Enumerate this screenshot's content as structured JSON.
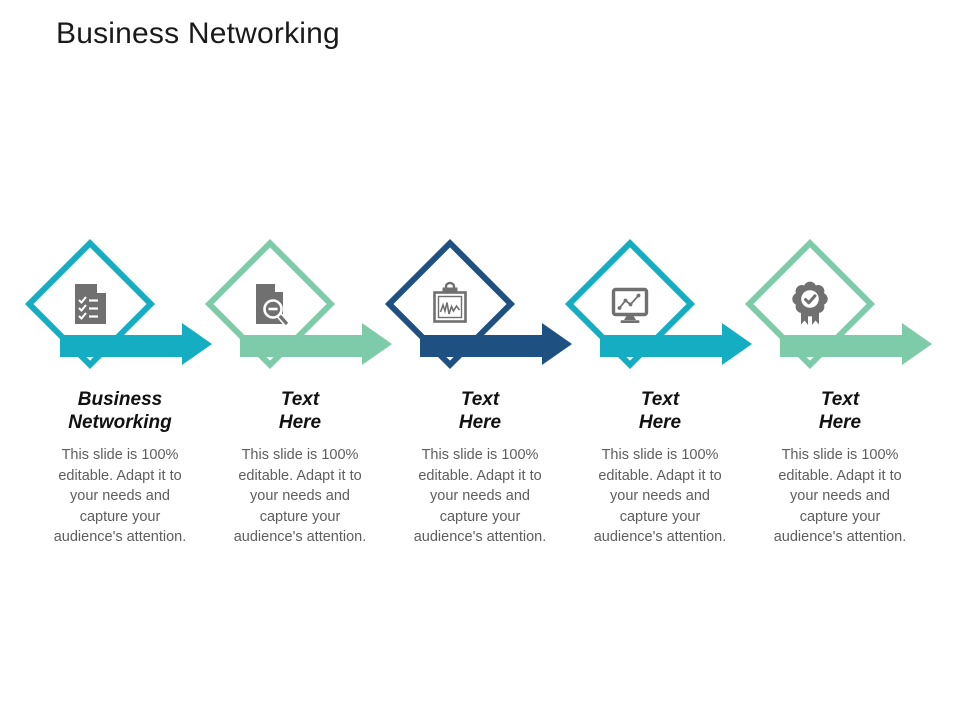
{
  "slide": {
    "title": "Business Networking",
    "background": "#ffffff"
  },
  "colors": {
    "teal": "#15ADC2",
    "seafoam": "#7ECBAA",
    "navy": "#1F5082",
    "icon_gray": "#707070",
    "heading_text": "#111111",
    "body_text": "#5D5D5D",
    "title_text": "#1A1A1A"
  },
  "steps": [
    {
      "id": "step-1",
      "accent": "#15ADC2",
      "icon": "checklist-document-icon",
      "heading": {
        "line1": "Business",
        "line2": "Networking"
      },
      "description": {
        "line1": "This slide is 100%",
        "line2": "editable. Adapt it to",
        "line3": "your needs and",
        "line4": "capture your",
        "line5": "audience's attention."
      }
    },
    {
      "id": "step-2",
      "accent": "#7ECBAA",
      "icon": "document-search-icon",
      "heading": {
        "line1": "Text",
        "line2": "Here"
      },
      "description": {
        "line1": "This slide is 100%",
        "line2": "editable. Adapt it to",
        "line3": "your needs and",
        "line4": "capture your",
        "line5": "audience's attention."
      }
    },
    {
      "id": "step-3",
      "accent": "#1F5082",
      "icon": "clipboard-chart-icon",
      "heading": {
        "line1": "Text",
        "line2": "Here"
      },
      "description": {
        "line1": "This slide is 100%",
        "line2": "editable. Adapt it to",
        "line3": "your needs and",
        "line4": "capture your",
        "line5": "audience's attention."
      }
    },
    {
      "id": "step-4",
      "accent": "#15ADC2",
      "icon": "monitor-chart-icon",
      "heading": {
        "line1": "Text",
        "line2": "Here"
      },
      "description": {
        "line1": "This slide is 100%",
        "line2": "editable. Adapt it to",
        "line3": "your needs and",
        "line4": "capture your",
        "line5": "audience's attention."
      }
    },
    {
      "id": "step-5",
      "accent": "#7ECBAA",
      "icon": "award-ribbon-icon",
      "heading": {
        "line1": "Text",
        "line2": "Here"
      },
      "description": {
        "line1": "This slide is 100%",
        "line2": "editable. Adapt it to",
        "line3": "your needs and",
        "line4": "capture your",
        "line5": "audience's attention."
      }
    }
  ]
}
